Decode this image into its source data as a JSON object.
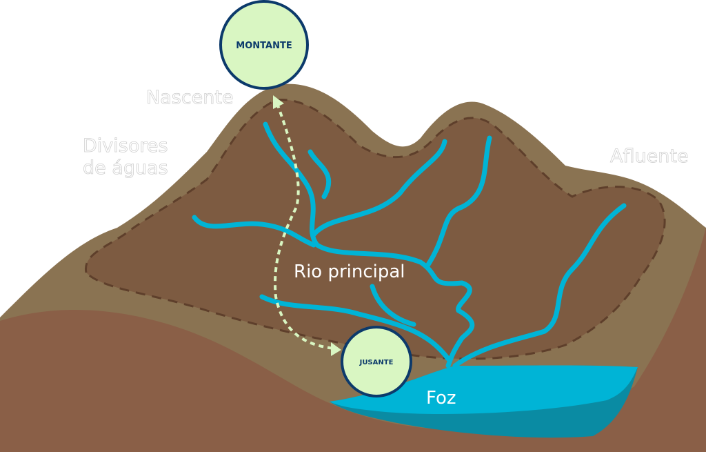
{
  "labels": {
    "montante": "MONTANTE",
    "jusante": "JUSANTE",
    "nascente": "Nascente",
    "divisores_line1": "Divisores",
    "divisores_line2": "de águas",
    "afluente": "Afluente",
    "rio_principal": "Rio principal",
    "foz": "Foz"
  },
  "colors": {
    "mountain_outer": "#8a7352",
    "mountain_inner": "#7d5b41",
    "ground": "#8a5f47",
    "water": "#00b4d6",
    "water_dark": "#0a8ba3",
    "circle_fill": "#d9f6c2",
    "circle_stroke": "#0c3a6b"
  }
}
